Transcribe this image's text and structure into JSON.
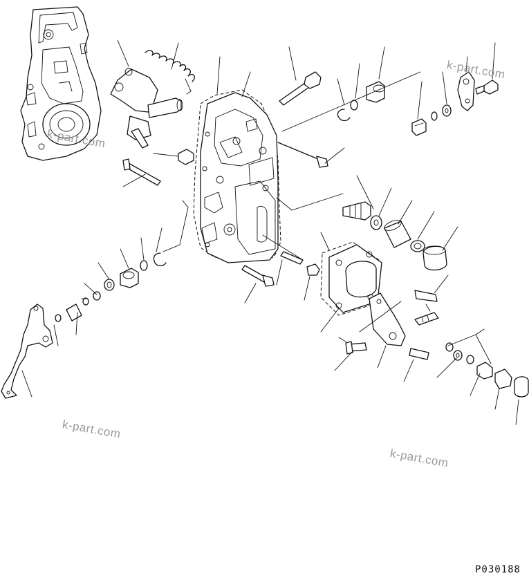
{
  "watermarks": [
    "k-part.com",
    "k-part.com",
    "k-part.com",
    "k-part.com"
  ],
  "drawing_code": "P030188",
  "colors": {
    "line": "#111111",
    "watermark": "#9a9a9a",
    "background": "#ffffff"
  }
}
